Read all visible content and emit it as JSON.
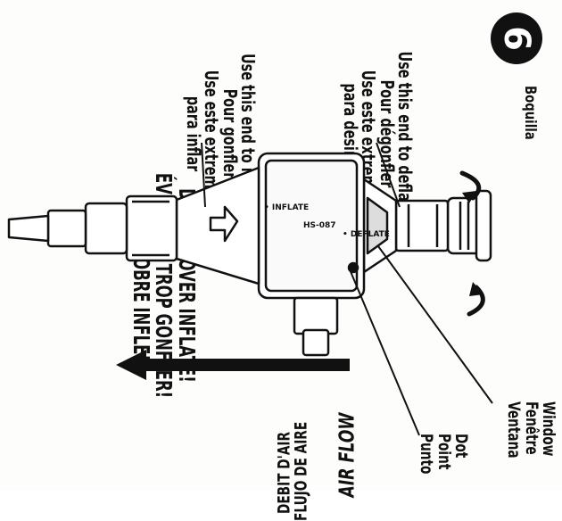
{
  "step": {
    "number": "6"
  },
  "nozzle": {
    "lines": [
      "Boquilla"
    ]
  },
  "deflate_instruction": {
    "lines": [
      "Use this end to deflate",
      "Pour dégonfler",
      "Use este extremo",
      "para desinflar"
    ]
  },
  "inflate_instruction": {
    "lines": [
      "Use this end to inflate",
      "Pour gonfler",
      "Use este extremo",
      "para inflar"
    ]
  },
  "warning": {
    "lines": [
      "DO NOT OVER INFLATE!",
      "ÉVITER DE TROP GONFLER!",
      "¡NO SOBRE INFLE!"
    ]
  },
  "window_callout": {
    "lines": [
      "Window",
      "Fenêtre",
      "Ventana"
    ]
  },
  "dot_callout": {
    "lines": [
      "Dot",
      "Point",
      "Punto"
    ]
  },
  "airflow": {
    "label": "AIR FLOW",
    "translations": [
      "DEBIT D'AIR",
      "FLUJO DE AIRE"
    ]
  },
  "device": {
    "deflate_marking": "• DEFLATE",
    "inflate_marking": "• INFLATE",
    "model_marking": "HS-087"
  },
  "colors": {
    "ink": "#111111",
    "paper": "#fdfdfb"
  }
}
